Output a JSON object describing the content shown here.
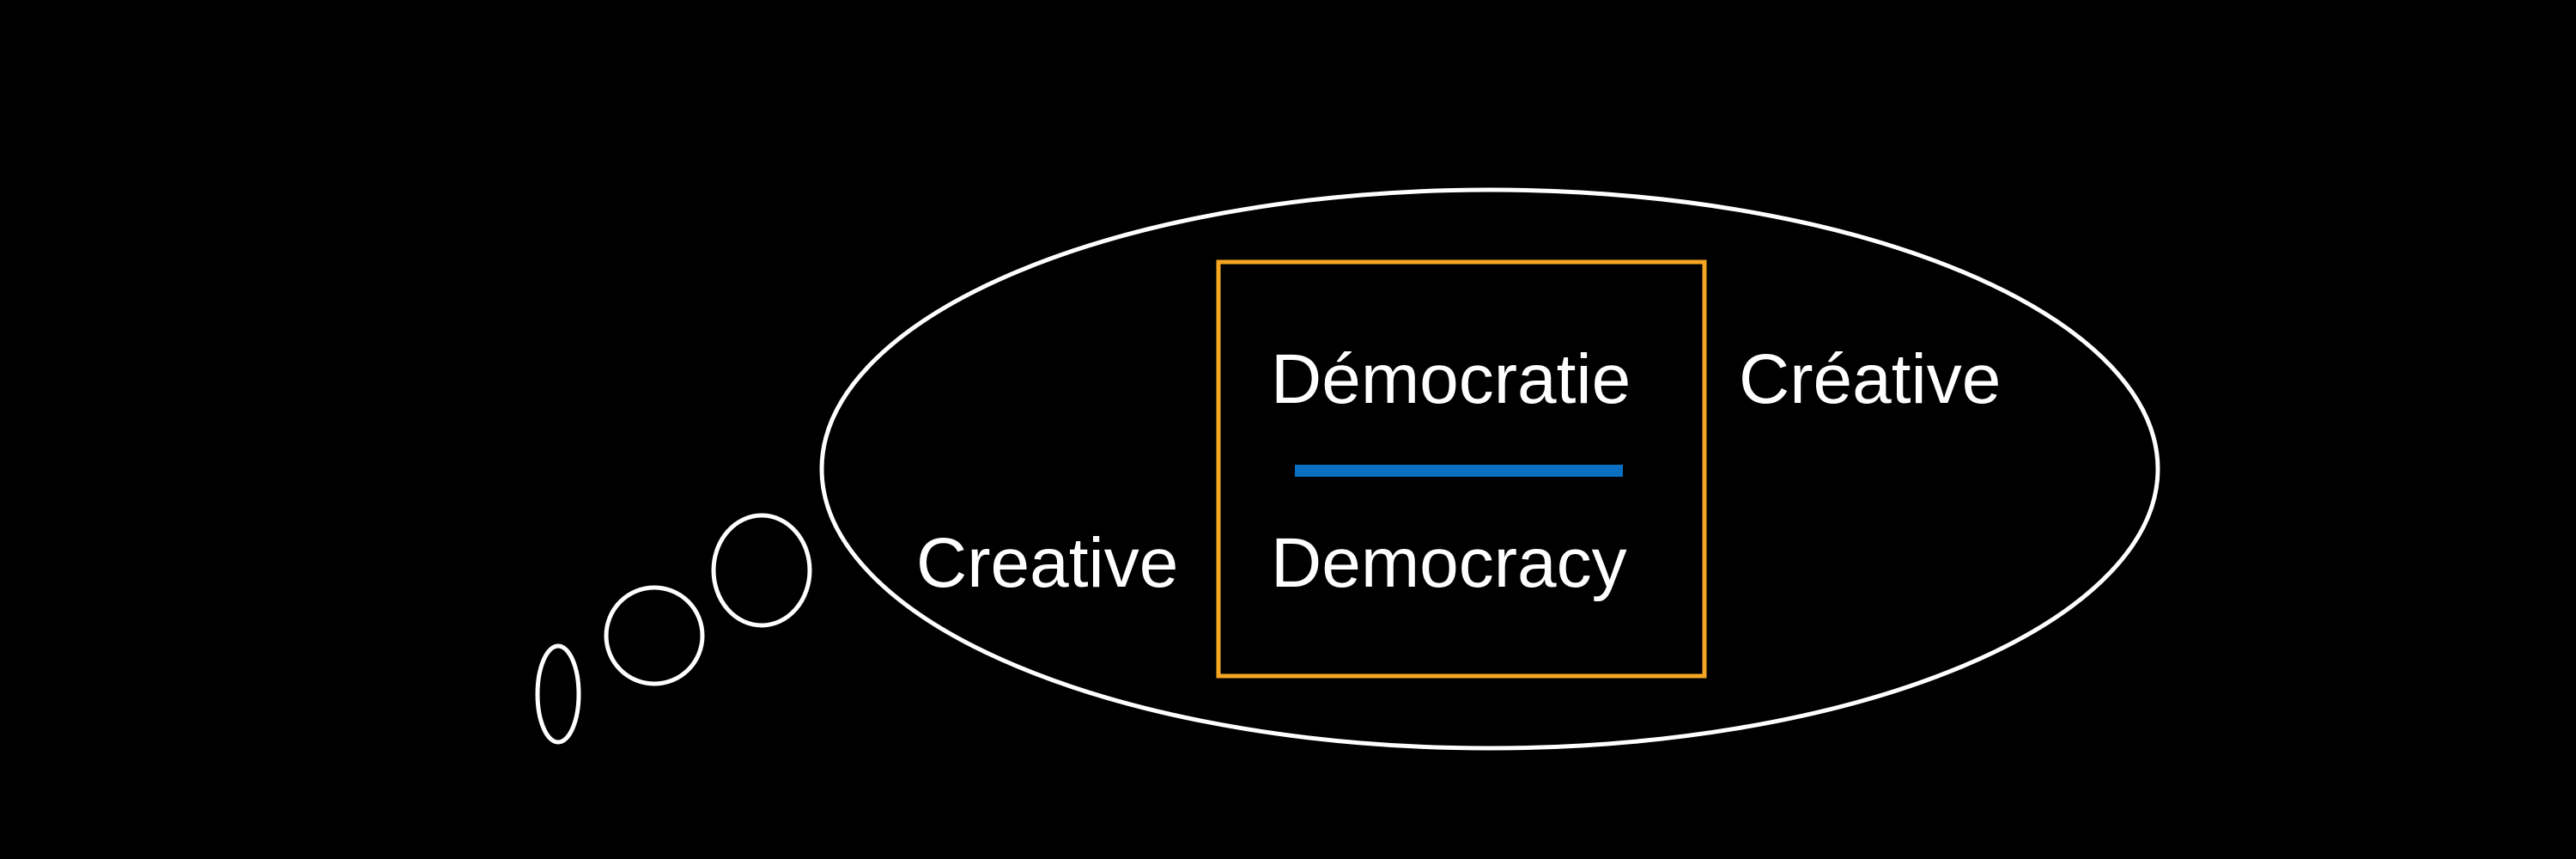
{
  "diagram": {
    "background_color": "#000000",
    "outline_color": "#ffffff",
    "frame_color": "#f5a623",
    "divider_color": "#0a6fc2",
    "words": {
      "fr_top": "Démocratie",
      "fr_right": "Créative",
      "en_left": "Creative",
      "en_bottom": "Democracy"
    }
  }
}
